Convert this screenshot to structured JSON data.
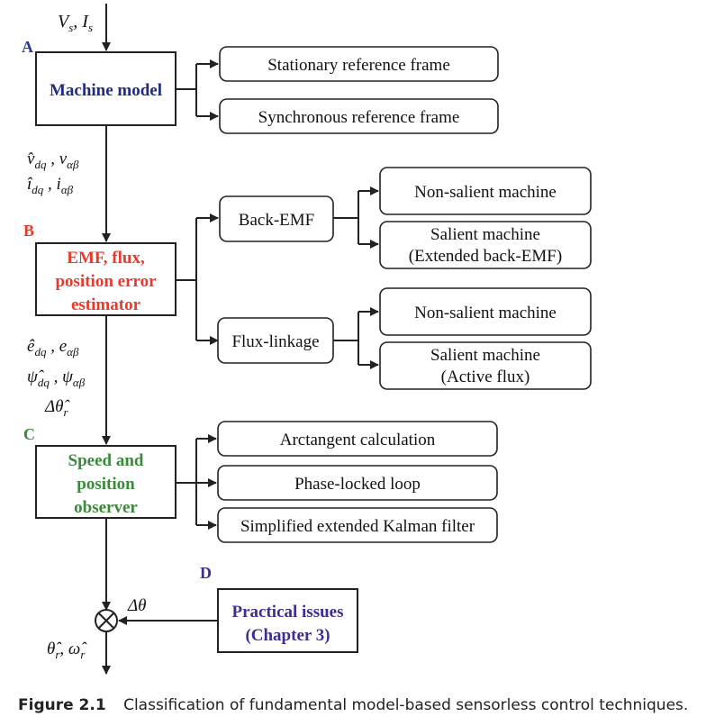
{
  "diagram": {
    "input_label": "V_s, I_s",
    "blocks": {
      "A": {
        "letter": "A",
        "letter_color": "#2b3a9a",
        "lines": [
          "Machine model"
        ],
        "color": "#1f2d80"
      },
      "B": {
        "letter": "B",
        "letter_color": "#e8392b",
        "lines": [
          "EMF, flux,",
          "position error",
          "estimator"
        ],
        "color": "#e8392b"
      },
      "C": {
        "letter": "C",
        "letter_color": "#3a8a3a",
        "lines": [
          "Speed and",
          "position",
          "observer"
        ],
        "color": "#3a8a3a"
      },
      "D": {
        "letter": "D",
        "letter_color": "#3b2f8f",
        "lines": [
          "Practical issues",
          "(Chapter 3)"
        ],
        "color": "#3b2f8f"
      }
    },
    "branches_A": [
      "Stationary reference frame",
      "Synchronous reference frame"
    ],
    "branches_B": [
      {
        "label": "Back-EMF",
        "children": [
          [
            "Non-salient machine"
          ],
          [
            "Salient machine",
            "(Extended back-EMF)"
          ]
        ]
      },
      {
        "label": "Flux-linkage",
        "children": [
          [
            "Non-salient machine"
          ],
          [
            "Salient machine",
            "(Active flux)"
          ]
        ]
      }
    ],
    "branches_C": [
      "Arctangent calculation",
      "Phase-locked loop",
      "Simplified extended Kalman filter"
    ],
    "signals_AB": [
      "v̂_dq, v_αβ",
      "î_dq, i_αβ"
    ],
    "signals_BC": [
      "ê_dq, e_αβ",
      "ψ̂_dq, ψ_αβ",
      "Δθ̂_r"
    ],
    "delta_theta_label": "Δθ",
    "output_label": "θ̂_r, ω̂_r"
  },
  "caption": {
    "figure_label": "Figure 2.1",
    "text": "Classification of fundamental model-based sensorless control techniques."
  }
}
